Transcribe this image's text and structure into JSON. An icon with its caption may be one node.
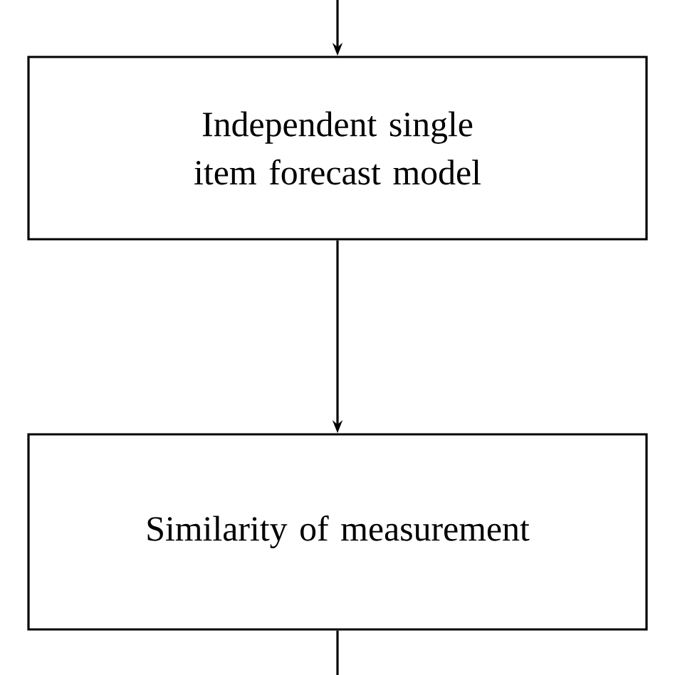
{
  "diagram": {
    "nodes": [
      {
        "text": [
          "Independent single item forecast model"
        ]
      },
      {
        "text": [
          "Similarity of measurement"
        ]
      }
    ],
    "edges": [
      {
        "from": null,
        "to": 0,
        "arrow": "to"
      },
      {
        "from": 0,
        "to": 1,
        "arrow": "to"
      },
      {
        "from": 1,
        "to": null,
        "arrow": "none"
      }
    ]
  }
}
